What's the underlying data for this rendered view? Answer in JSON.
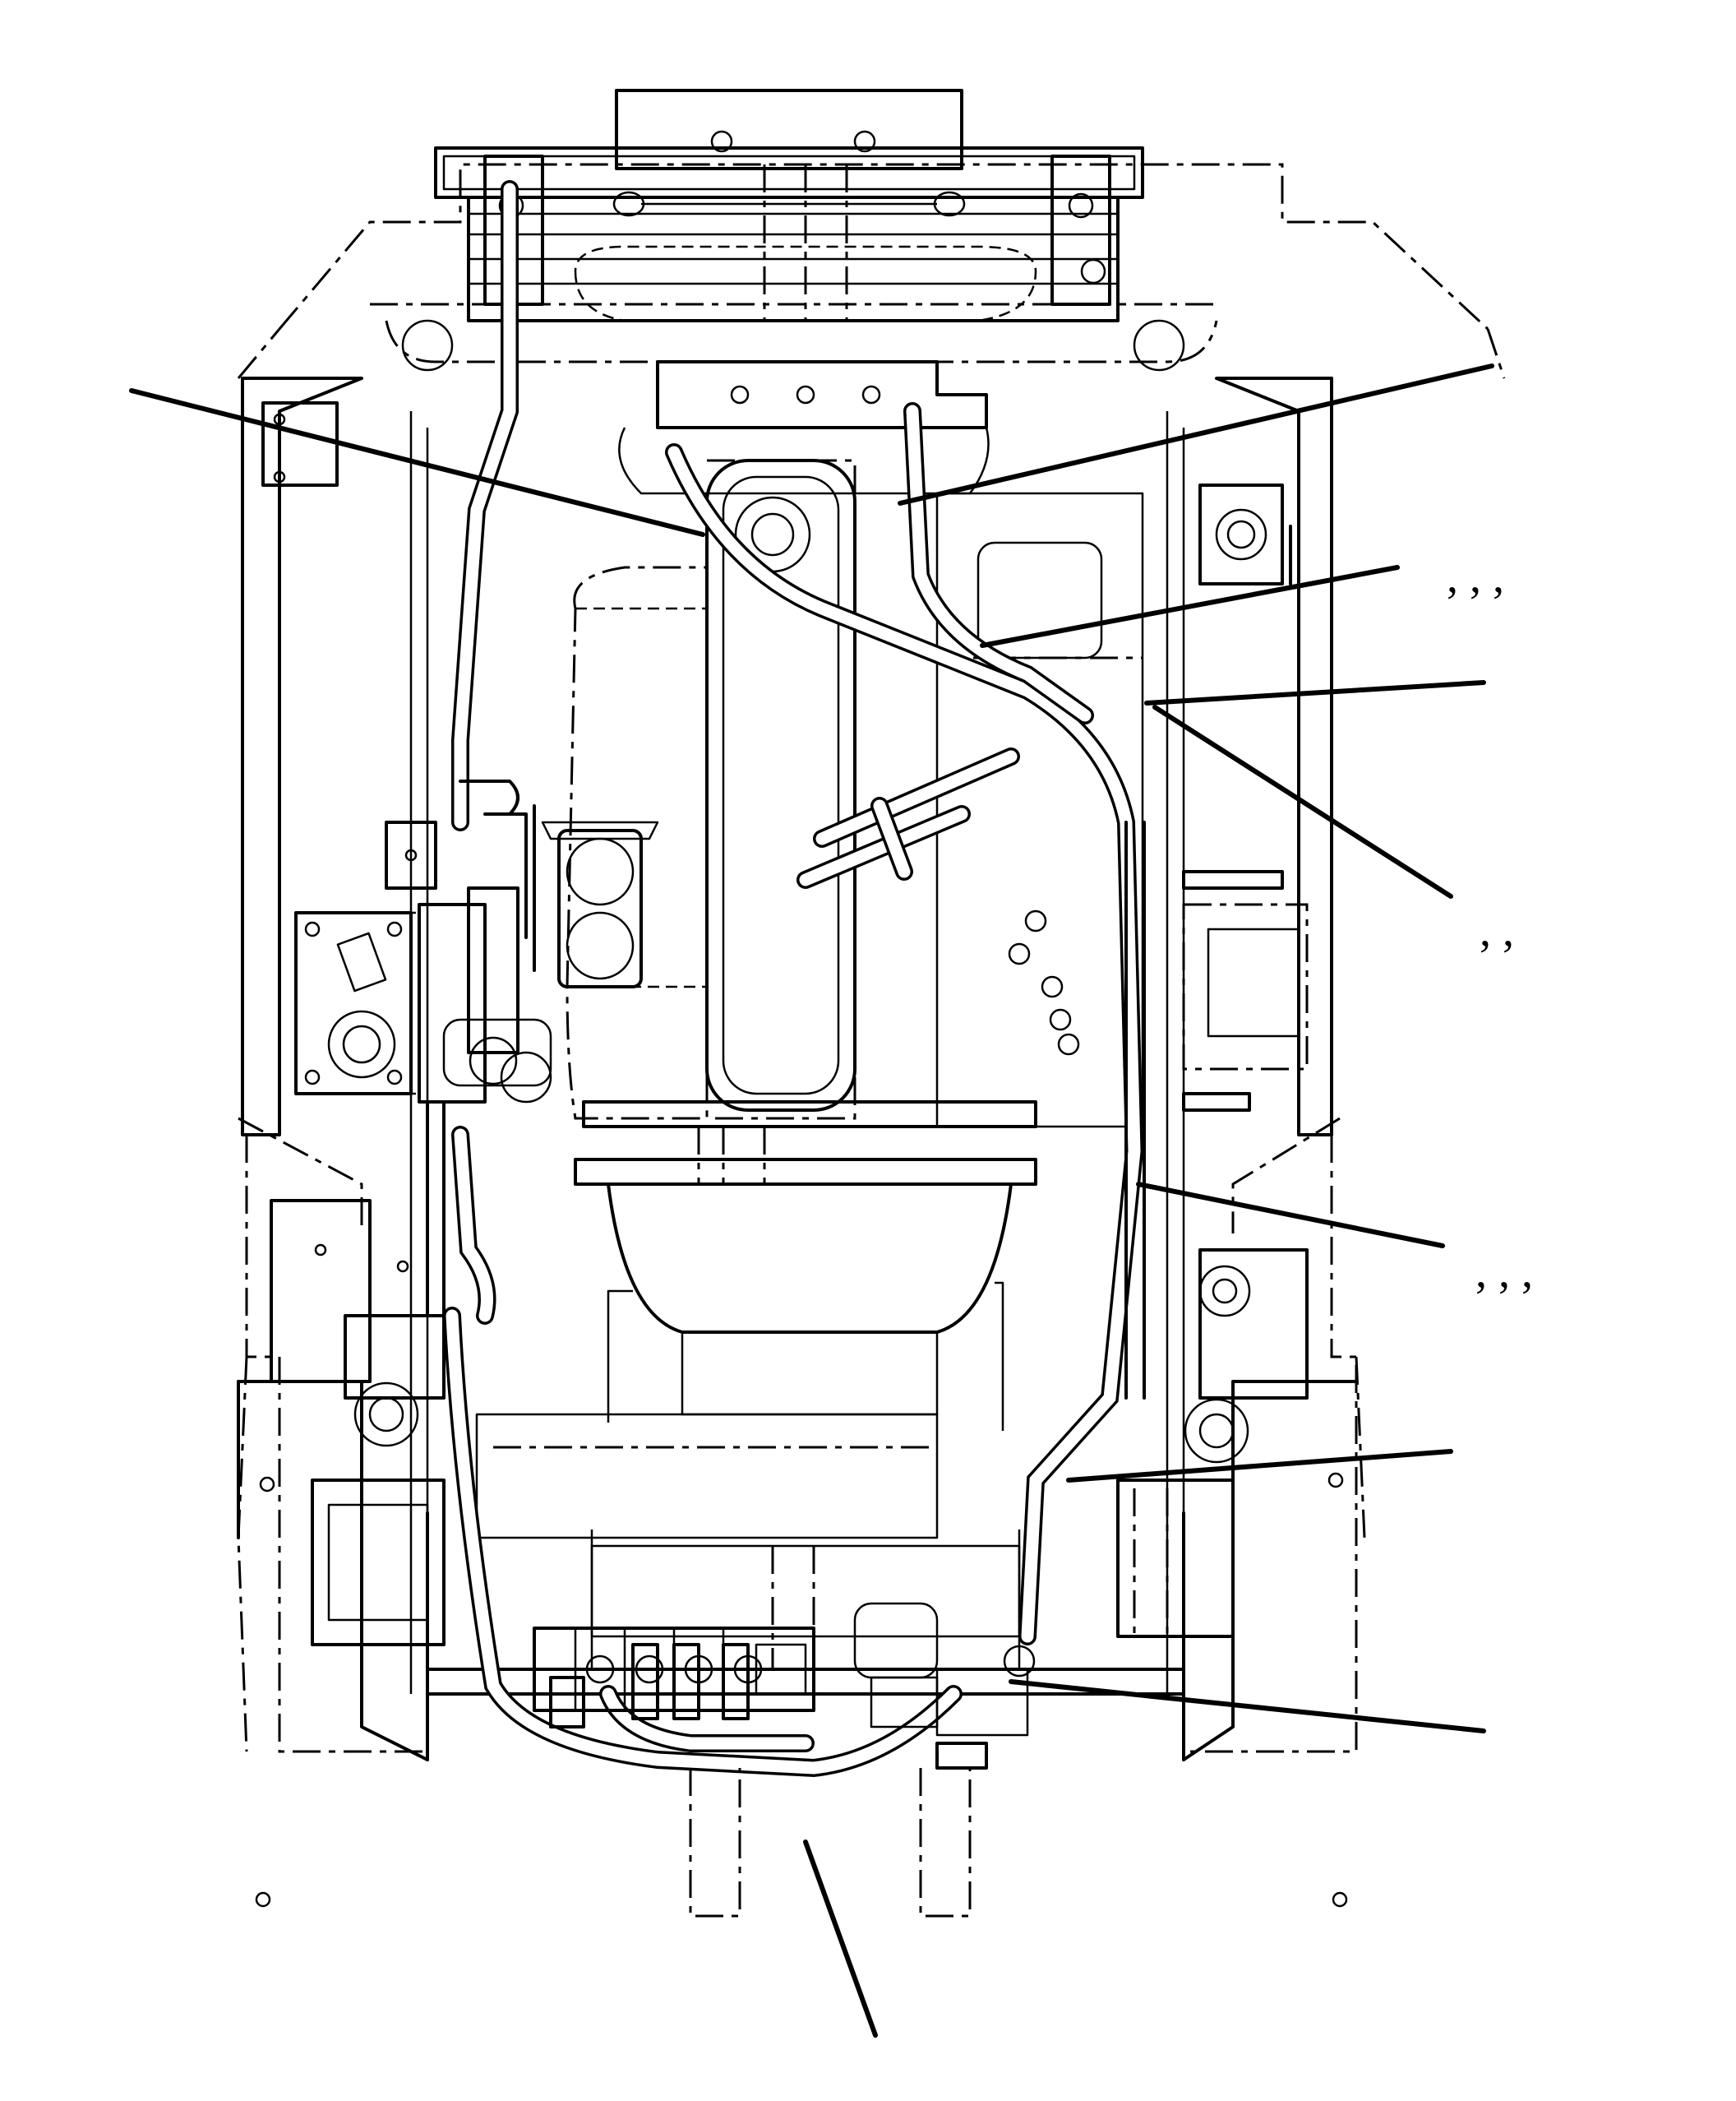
{
  "callouts": [
    {
      "id": "c1",
      "label": ""
    },
    {
      "id": "c2",
      "label": ""
    },
    {
      "id": "c3",
      "label": ", , ,"
    },
    {
      "id": "c4",
      "label": ""
    },
    {
      "id": "c5",
      "label": ", ,"
    },
    {
      "id": "c6",
      "label": ", , ,"
    },
    {
      "id": "c7",
      "label": ""
    },
    {
      "id": "c8",
      "label": ""
    },
    {
      "id": "c9",
      "label": ""
    }
  ]
}
